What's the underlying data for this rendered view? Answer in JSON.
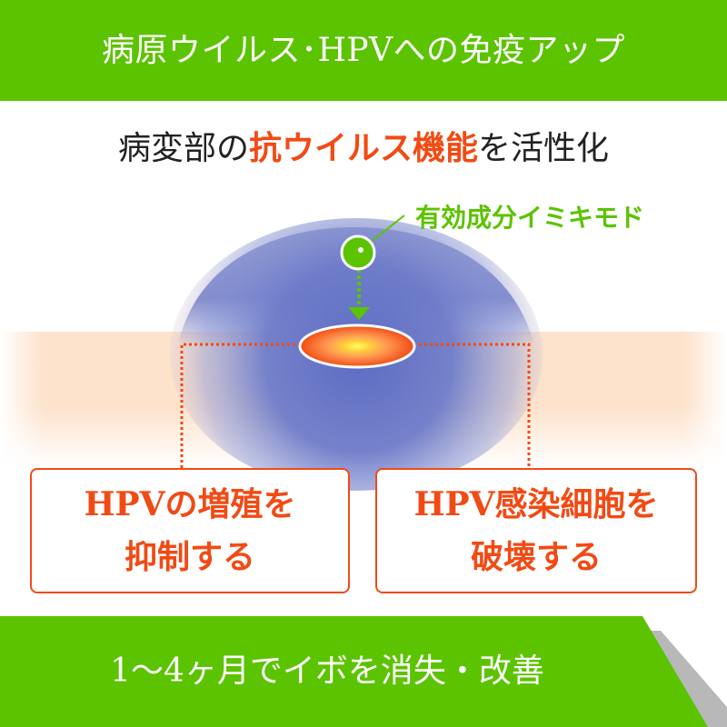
{
  "header": {
    "title": "病原ウイルス･HPVへの免疫アップ"
  },
  "subtitle": {
    "prefix": "病変部の",
    "highlight": "抗ウイルス機能",
    "suffix": "を活性化"
  },
  "diagram": {
    "ingredient_label": "有効成分イミキモド"
  },
  "boxes": {
    "left": {
      "line1": "HPVの増殖を",
      "line2": "抑制する"
    },
    "right": {
      "line1": "HPV感染細胞を",
      "line2": "破壊する"
    }
  },
  "footer": {
    "text": "1〜4ヶ月でイボを消失・改善"
  },
  "colors": {
    "green": "#5cc300",
    "orange_red": "#f24a14",
    "skin": "#fde2cc",
    "dome_blue": "#6b7ac8",
    "footer_shadow": "#b8b8b8"
  }
}
